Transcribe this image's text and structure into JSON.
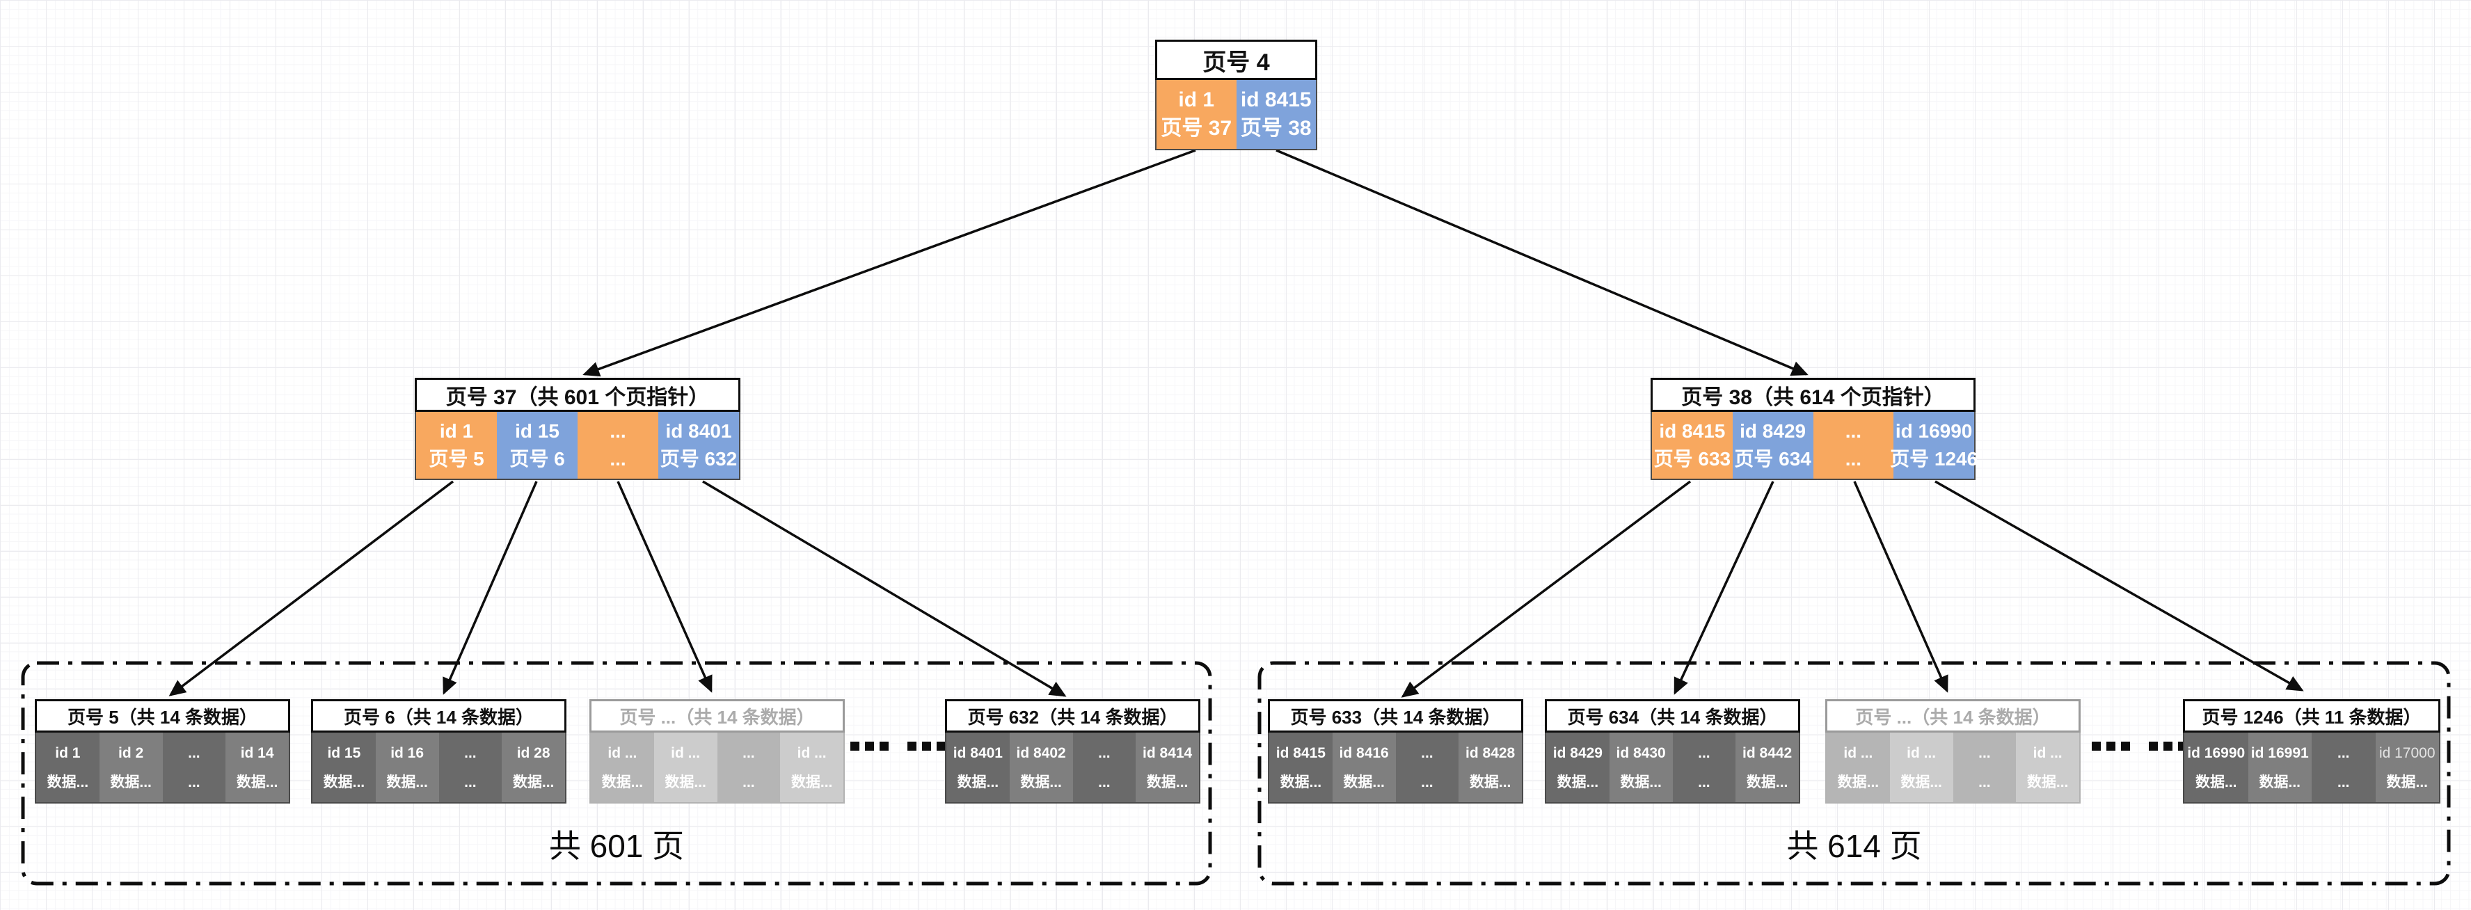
{
  "colors": {
    "key_cell_orange": "#F8A85F",
    "key_cell_blue": "#7FA3DB",
    "leaf_cell_dark": "#6A6A6A",
    "leaf_cell_light": "#7F7F7F",
    "faded_cell_dark": "#B5B5B5",
    "faded_cell_light": "#CCCCCC",
    "faded_title_text": "#ABABAB",
    "muted_key_text": "#E4E4E4",
    "arrow": "#0d0d0d"
  },
  "icons": {
    "more_pages": "heavy-square-dots-ellipsis"
  },
  "root": {
    "title": "页号 4",
    "cells": [
      {
        "key": "id 1",
        "pointer": "页号 37"
      },
      {
        "key": "id 8415",
        "pointer": "页号 38"
      }
    ]
  },
  "internal": [
    {
      "title": "页号 37（共 601 个页指针）",
      "cells": [
        {
          "key": "id 1",
          "pointer": "页号 5"
        },
        {
          "key": "id 15",
          "pointer": "页号 6"
        },
        {
          "key": "...",
          "pointer": "..."
        },
        {
          "key": "id 8401",
          "pointer": "页号 632"
        }
      ]
    },
    {
      "title": "页号 38（共 614 个页指针）",
      "cells": [
        {
          "key": "id 8415",
          "pointer": "页号 633"
        },
        {
          "key": "id 8429",
          "pointer": "页号 634"
        },
        {
          "key": "...",
          "pointer": "..."
        },
        {
          "key": "id 16990",
          "pointer": "页号 1246"
        }
      ]
    }
  ],
  "groups": [
    {
      "label": "共 601 页",
      "leaves": [
        {
          "title": "页号 5（共 14 条数据）",
          "cells": [
            {
              "key": "id 1",
              "value": "数据..."
            },
            {
              "key": "id 2",
              "value": "数据..."
            },
            {
              "key": "...",
              "value": "..."
            },
            {
              "key": "id 14",
              "value": "数据..."
            }
          ]
        },
        {
          "title": "页号 6（共 14 条数据）",
          "cells": [
            {
              "key": "id 15",
              "value": "数据..."
            },
            {
              "key": "id 16",
              "value": "数据..."
            },
            {
              "key": "...",
              "value": "..."
            },
            {
              "key": "id 28",
              "value": "数据..."
            }
          ]
        },
        {
          "title": "页号 ...（共 14 条数据）",
          "faded": true,
          "cells": [
            {
              "key": "id ...",
              "value": "数据..."
            },
            {
              "key": "id ...",
              "value": "数据..."
            },
            {
              "key": "...",
              "value": "..."
            },
            {
              "key": "id ...",
              "value": "数据..."
            }
          ]
        },
        {
          "title": "页号 632（共 14 条数据）",
          "cells": [
            {
              "key": "id 8401",
              "value": "数据..."
            },
            {
              "key": "id 8402",
              "value": "数据..."
            },
            {
              "key": "...",
              "value": "..."
            },
            {
              "key": "id 8414",
              "value": "数据..."
            }
          ]
        }
      ]
    },
    {
      "label": "共 614 页",
      "leaves": [
        {
          "title": "页号 633（共 14 条数据）",
          "cells": [
            {
              "key": "id 8415",
              "value": "数据..."
            },
            {
              "key": "id 8416",
              "value": "数据..."
            },
            {
              "key": "...",
              "value": "..."
            },
            {
              "key": "id 8428",
              "value": "数据..."
            }
          ]
        },
        {
          "title": "页号 634（共 14 条数据）",
          "cells": [
            {
              "key": "id 8429",
              "value": "数据..."
            },
            {
              "key": "id 8430",
              "value": "数据..."
            },
            {
              "key": "...",
              "value": "..."
            },
            {
              "key": "id 8442",
              "value": "数据..."
            }
          ]
        },
        {
          "title": "页号 ...（共 14 条数据）",
          "faded": true,
          "cells": [
            {
              "key": "id ...",
              "value": "数据..."
            },
            {
              "key": "id ...",
              "value": "数据..."
            },
            {
              "key": "...",
              "value": "..."
            },
            {
              "key": "id ...",
              "value": "数据..."
            }
          ]
        },
        {
          "title": "页号 1246（共 11 条数据）",
          "cells": [
            {
              "key": "id 16990",
              "value": "数据..."
            },
            {
              "key": "id 16991",
              "value": "数据..."
            },
            {
              "key": "...",
              "value": "..."
            },
            {
              "key": "id 17000",
              "value": "数据...",
              "muted": true
            }
          ]
        }
      ]
    }
  ]
}
